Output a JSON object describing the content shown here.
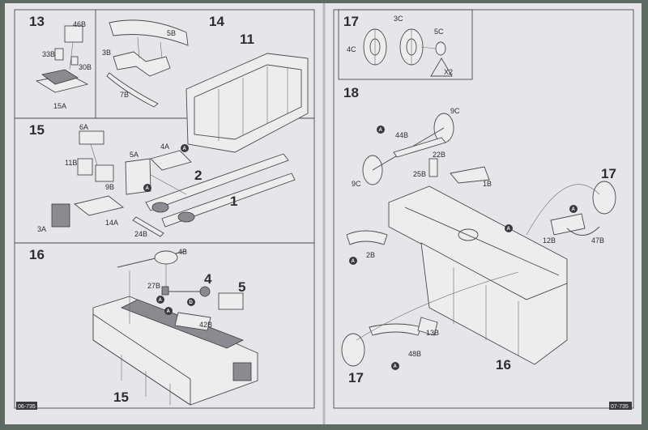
{
  "left_page": {
    "page_number": "06-735",
    "steps": {
      "s13": {
        "number": "13",
        "parts": [
          "46B",
          "33B",
          "30B",
          "15A"
        ]
      },
      "s14": {
        "number": "14",
        "parts": [
          "5B",
          "3B",
          "7B"
        ]
      },
      "s15": {
        "number": "15",
        "parts": [
          "6A",
          "11B",
          "9B",
          "5A",
          "4A",
          "3A",
          "14A",
          "24B"
        ],
        "callouts": [
          "11",
          "2",
          "1"
        ]
      },
      "s16": {
        "number": "16",
        "parts": [
          "4B",
          "27B",
          "42B"
        ],
        "callouts": [
          "4",
          "5",
          "15"
        ]
      }
    }
  },
  "right_page": {
    "page_number": "07-735",
    "steps": {
      "s17": {
        "number": "17",
        "parts": [
          "3C",
          "5C",
          "4C"
        ],
        "quantity": "X2"
      },
      "s18": {
        "number": "18",
        "parts": [
          "9C",
          "44B",
          "22B",
          "25B",
          "9C",
          "1B",
          "12B",
          "47B",
          "2B",
          "13B",
          "48B"
        ],
        "callouts": [
          "17",
          "17",
          "16"
        ]
      }
    }
  },
  "markers": {
    "A": "A",
    "D": "D"
  }
}
